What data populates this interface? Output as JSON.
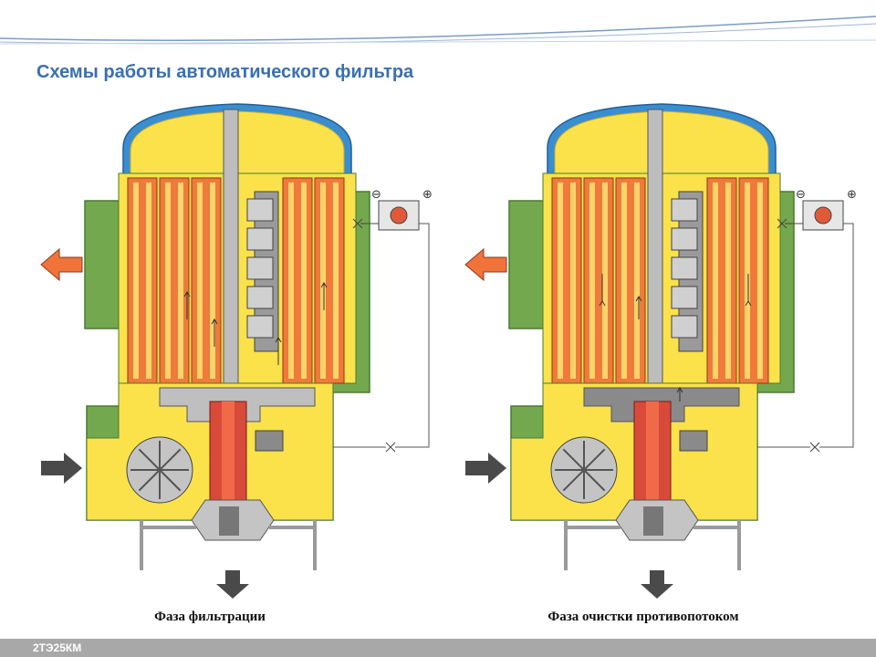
{
  "title": "Схемы работы автоматического фильтра",
  "diagrams": [
    {
      "caption": "Фаза фильтрации",
      "phase": "filtration"
    },
    {
      "caption": "Фаза очистки противопотоком",
      "phase": "backflush"
    }
  ],
  "symbols": {
    "minus": "⊖",
    "plus": "⊕"
  },
  "footer": {
    "label": "2ТЭ25КМ"
  },
  "colors": {
    "housing": "#74a84e",
    "cover": "#3a8ed0",
    "fluid": "#fbe24a",
    "filter_element": "#f07a3a",
    "flow_arrow": "#f0743a",
    "inlet_arrow": "#4a4a4a",
    "valve_body": "#c4c4c4",
    "title": "#3a6fb0"
  }
}
